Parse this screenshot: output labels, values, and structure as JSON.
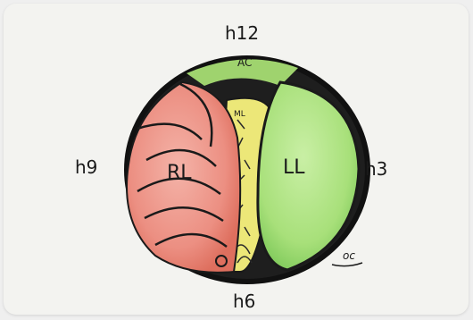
{
  "diagram": {
    "clock_labels": {
      "top": "h12",
      "right": "h3",
      "bottom": "h6",
      "left": "h9"
    },
    "regions": {
      "right_lobe": "RL",
      "left_lobe": "LL",
      "middle": "ML",
      "anterior": "AC"
    },
    "signature": "oc",
    "colors": {
      "right_lobe": "#e8877a",
      "left_lobe": "#a9e07a",
      "middle": "#e9e57a",
      "outline": "#151515"
    }
  }
}
